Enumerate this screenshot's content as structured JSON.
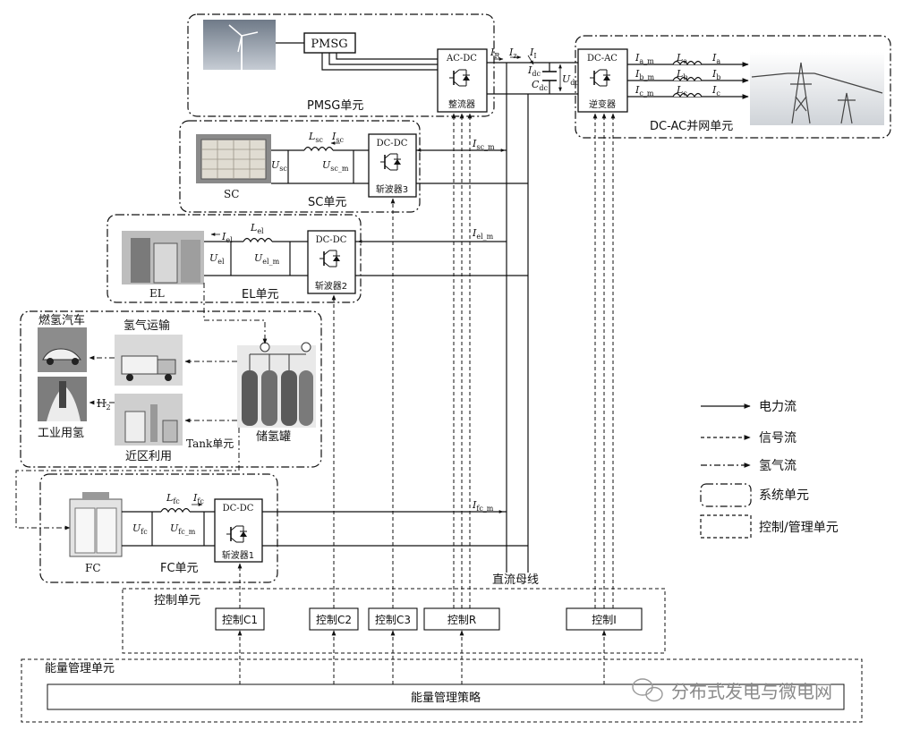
{
  "units": {
    "pmsg": {
      "title": "PMSG单元",
      "generator": "PMSG",
      "converter_type": "AC-DC",
      "converter_name": "整流器"
    },
    "sc": {
      "title": "SC单元",
      "device": "SC",
      "converter_type": "DC-DC",
      "converter_name": "斩波器3",
      "L": "L",
      "L_sub": "sc",
      "I": "I",
      "I_sub": "sc",
      "U": "U",
      "U_sub": "sc",
      "Um": "U",
      "Um_sub": "sc_m"
    },
    "el": {
      "title": "EL单元",
      "device": "EL",
      "converter_type": "DC-DC",
      "converter_name": "斩波器2",
      "L": "L",
      "L_sub": "el",
      "I": "I",
      "I_sub": "el",
      "U": "U",
      "U_sub": "el",
      "Um": "U",
      "Um_sub": "el_m"
    },
    "tank": {
      "title": "Tank单元",
      "storage": "储氢罐",
      "vehicle": "燃氢汽车",
      "transport": "氢气运输",
      "industry": "工业用氢",
      "nearby": "近区利用",
      "h2": "H",
      "h2_sub": "2"
    },
    "fc": {
      "title": "FC单元",
      "device": "FC",
      "converter_type": "DC-DC",
      "converter_name": "斩波器1",
      "L": "L",
      "L_sub": "fc",
      "I": "I",
      "I_sub": "fc",
      "U": "U",
      "U_sub": "fc",
      "Um": "U",
      "Um_sub": "fc_m"
    },
    "dcac": {
      "title": "DC-AC并网单元",
      "converter_type": "DC-AC",
      "converter_name": "逆变器",
      "phases": [
        "a",
        "b",
        "c"
      ],
      "currents_m": [
        "a_m",
        "b_m",
        "c_m"
      ]
    }
  },
  "dc_link": {
    "IR": "I",
    "IR_sub": "R",
    "Iz": "I",
    "Iz_sub": "z",
    "II": "I",
    "II_sub": "I",
    "Idc": "I",
    "Idc_sub": "dc",
    "Cdc": "C",
    "Cdc_sub": "dc",
    "Udc": "U",
    "Udc_sub": "dc",
    "Isc_m": "I",
    "Isc_m_sub": "sc_m",
    "Iel_m": "I",
    "Iel_m_sub": "el_m",
    "Ifc_m": "I",
    "Ifc_m_sub": "fc_m",
    "bus": "直流母线"
  },
  "control": {
    "title": "控制单元",
    "blocks": [
      "控制C1",
      "控制C2",
      "控制C3",
      "控制R",
      "控制I"
    ]
  },
  "energy": {
    "title": "能量管理单元",
    "strategy": "能量管理策略"
  },
  "legend": {
    "power": "电力流",
    "signal": "信号流",
    "hydrogen": "氢气流",
    "system": "系统单元",
    "control": "控制/管理单元"
  },
  "watermark": "分布式发电与微电网"
}
